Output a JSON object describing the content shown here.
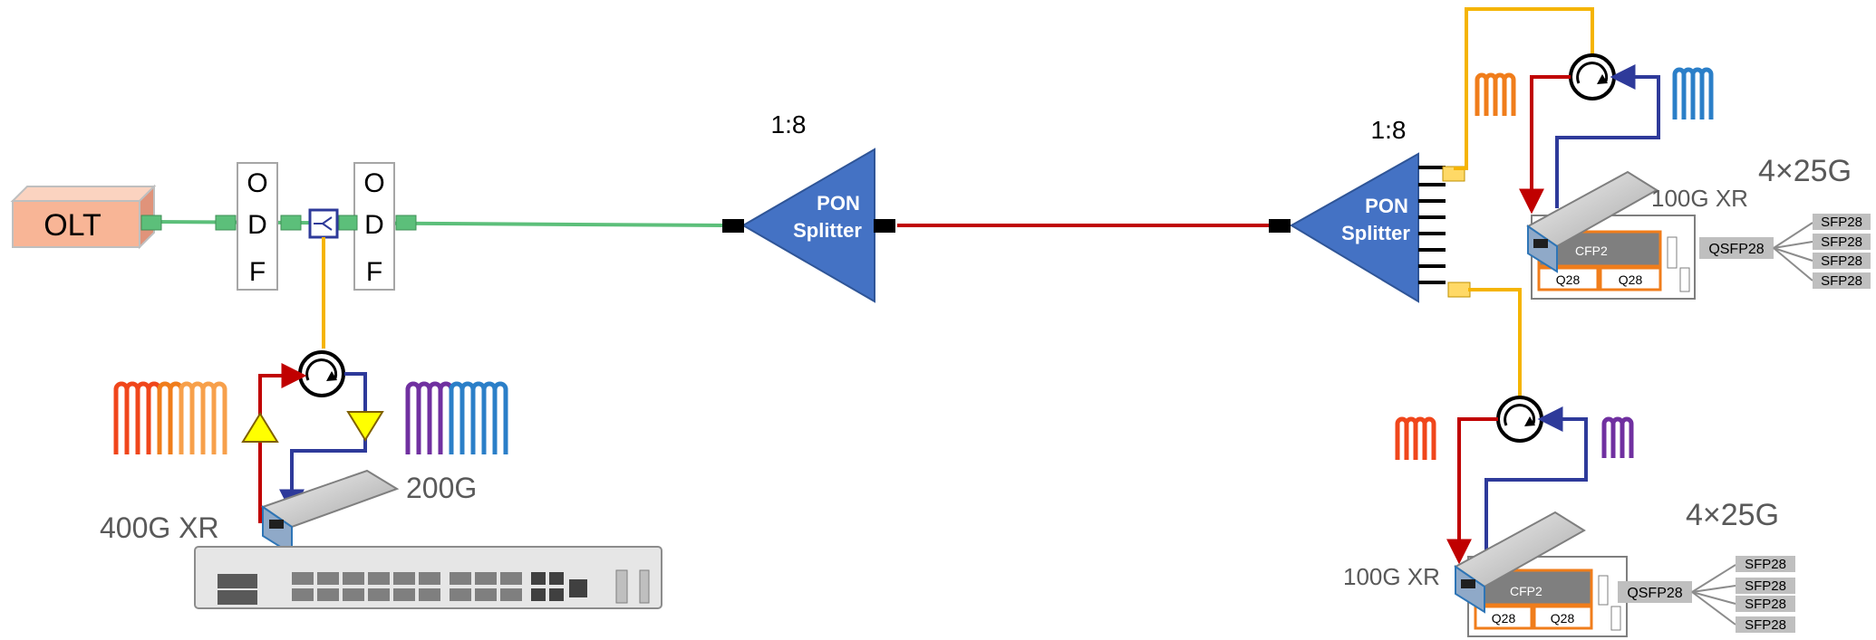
{
  "olt": {
    "label": "OLT"
  },
  "odf_left": {
    "letters": [
      "O",
      "D",
      "F"
    ]
  },
  "odf_right": {
    "letters": [
      "O",
      "D",
      "F"
    ]
  },
  "splitter_1": {
    "ratio": "1:8",
    "line1": "PON",
    "line2": "Splitter"
  },
  "splitter_2": {
    "ratio": "1:8",
    "line1": "PON",
    "line2": "Splitter"
  },
  "hub": {
    "left_label": "400G XR",
    "right_label": "200G"
  },
  "leaf_top": {
    "module_label": "100G XR",
    "rate": "4×25G",
    "cfp": "CFP2",
    "qsfp": "QSFP28",
    "q_left": "Q28",
    "q_right": "Q28",
    "sfp": [
      "SFP28",
      "SFP28",
      "SFP28",
      "SFP28"
    ]
  },
  "leaf_bottom": {
    "module_label": "100G XR",
    "rate": "4×25G",
    "cfp": "CFP2",
    "qsfp": "QSFP28",
    "q_left": "Q28",
    "q_right": "Q28",
    "sfp": [
      "SFP28",
      "SFP28",
      "SFP28",
      "SFP28"
    ]
  },
  "colors": {
    "green_fiber": "#5cbf7a",
    "red_fiber": "#c00000",
    "yellow_fiber": "#f5b400",
    "blue_fiber": "#2e3a9a",
    "splitter_fill": "#4472c4",
    "olt_fill": "#f8b596",
    "orange_dwdm": "#f07d1b",
    "red_dwdm": "#f0461b",
    "purple_dwdm": "#7030a0",
    "blue_dwdm": "#2b7fc8",
    "sfp_gray": "#bfbfbf"
  }
}
